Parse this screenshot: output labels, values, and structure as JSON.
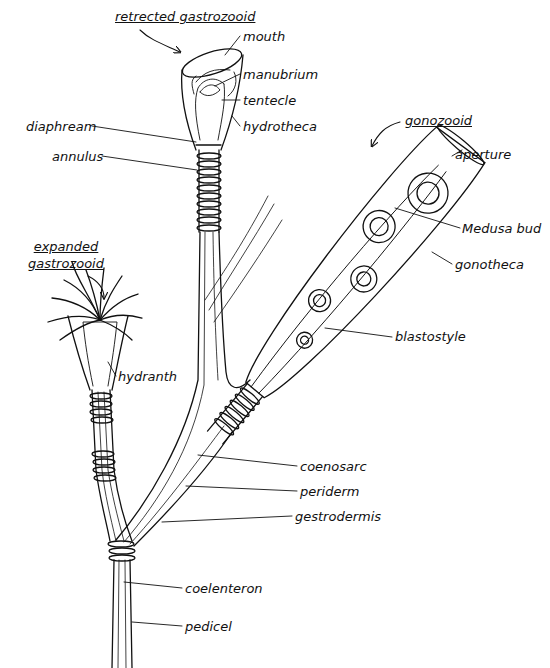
{
  "diagram": {
    "labels": [
      "retrected gastrozooid",
      "mouth",
      "manubrium",
      "tentecle",
      "diaphream",
      "hydrotheca",
      "annulus",
      "gonozooid",
      "aperture",
      "Medusa bud",
      "gonotheca",
      "blastostyle",
      "expanded gastrozooid",
      "hydranth",
      "coenosarc",
      "periderm",
      "gestrodermis",
      "coelenteron",
      "pedicel"
    ]
  }
}
